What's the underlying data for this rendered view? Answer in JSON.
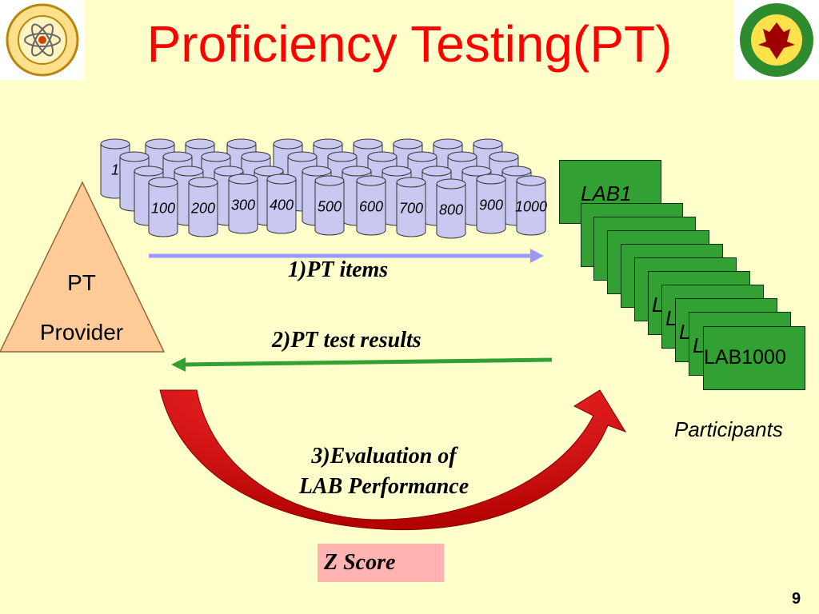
{
  "title": "Proficiency Testing(PT)",
  "provider": {
    "line1": "PT",
    "line2": "Provider"
  },
  "cylinders": {
    "front_labels": [
      "100",
      "200",
      "300",
      "400",
      "500",
      "600",
      "700",
      "800",
      "900",
      "1000"
    ],
    "back_label": "1"
  },
  "labs": {
    "first": "LAB1",
    "partial": "L",
    "last": "LAB1000"
  },
  "steps": {
    "items": "1)PT items",
    "results": "2)PT test results",
    "evaluation_line1": "3)Evaluation of",
    "evaluation_line2": "LAB Performance"
  },
  "zscore": "Z Score",
  "participants": "Participants",
  "page_number": "9",
  "colors": {
    "title": "#ff0000",
    "background": "#ffffcc",
    "triangle": "#ffcc99",
    "cylinder": "#c8c8f0",
    "lab_box": "#33a033",
    "arrow_items": "#9999ff",
    "arrow_results": "#33a033",
    "curve_arrow": "#e00000",
    "zscore_bg": "#ffb3b3"
  },
  "logos": {
    "left": "ministry-seal",
    "right": "department-seal"
  }
}
